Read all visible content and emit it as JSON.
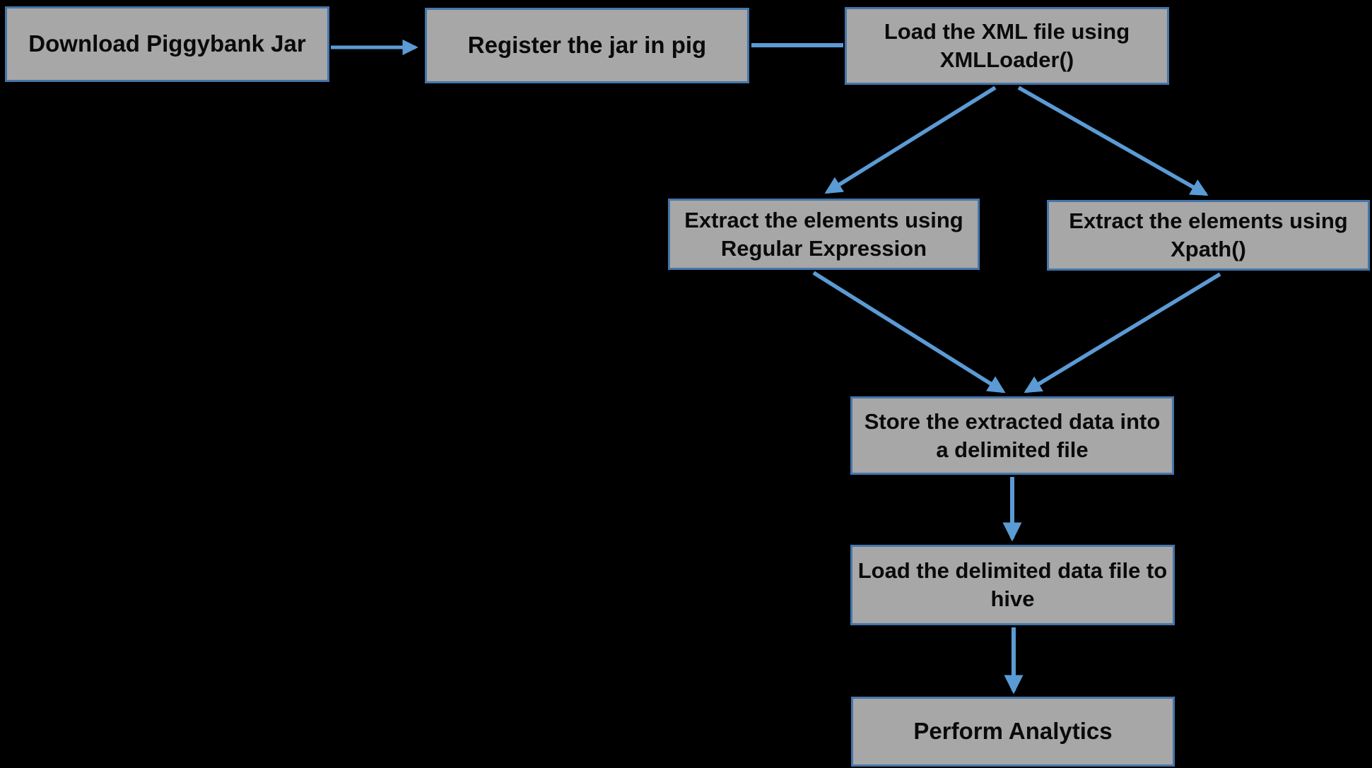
{
  "diagram": {
    "type": "flowchart",
    "title": "",
    "colors": {
      "background": "#000000",
      "node_fill": "#a7a7a7",
      "node_border": "#4576ab",
      "arrow_color": "#5b9bd5",
      "text_color": "#0a0a0a"
    },
    "nodes": [
      {
        "id": "download-jar",
        "label": "Download Piggybank Jar"
      },
      {
        "id": "register-jar",
        "label": "Register the jar in pig"
      },
      {
        "id": "load-xml",
        "label": "Load the XML file using XMLLoader()"
      },
      {
        "id": "extract-regex",
        "label": "Extract the elements using Regular Expression"
      },
      {
        "id": "extract-xpath",
        "label": "Extract the elements using Xpath()"
      },
      {
        "id": "store-delimited",
        "label": "Store the extracted data into a delimited file"
      },
      {
        "id": "load-hive",
        "label": "Load the delimited data file to hive"
      },
      {
        "id": "perform-analytics",
        "label": "Perform Analytics"
      }
    ],
    "edges": [
      {
        "from": "download-jar",
        "to": "register-jar"
      },
      {
        "from": "register-jar",
        "to": "load-xml"
      },
      {
        "from": "load-xml",
        "to": "extract-regex"
      },
      {
        "from": "load-xml",
        "to": "extract-xpath"
      },
      {
        "from": "extract-regex",
        "to": "store-delimited"
      },
      {
        "from": "extract-xpath",
        "to": "store-delimited"
      },
      {
        "from": "store-delimited",
        "to": "load-hive"
      },
      {
        "from": "load-hive",
        "to": "perform-analytics"
      }
    ]
  }
}
